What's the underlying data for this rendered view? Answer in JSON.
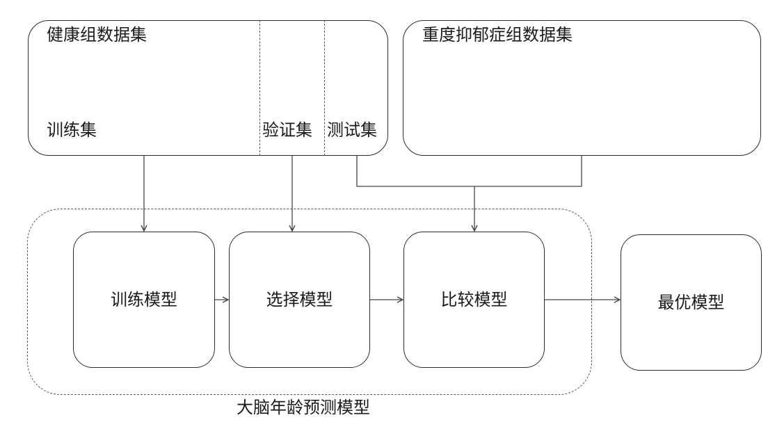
{
  "datasets": {
    "healthy": {
      "title": "健康组数据集",
      "train_label": "训练集",
      "validation_label": "验证集",
      "test_label": "测试集"
    },
    "depression": {
      "title": "重度抑郁症组数据集"
    }
  },
  "models": {
    "train": "训练模型",
    "select": "选择模型",
    "compare": "比较模型",
    "best": "最优模型"
  },
  "group_caption": "大脑年龄预测模型",
  "colors": {
    "stroke": "#2b2b2b",
    "dashed": "#555555",
    "text": "#1a1a1a",
    "background": "#ffffff"
  }
}
